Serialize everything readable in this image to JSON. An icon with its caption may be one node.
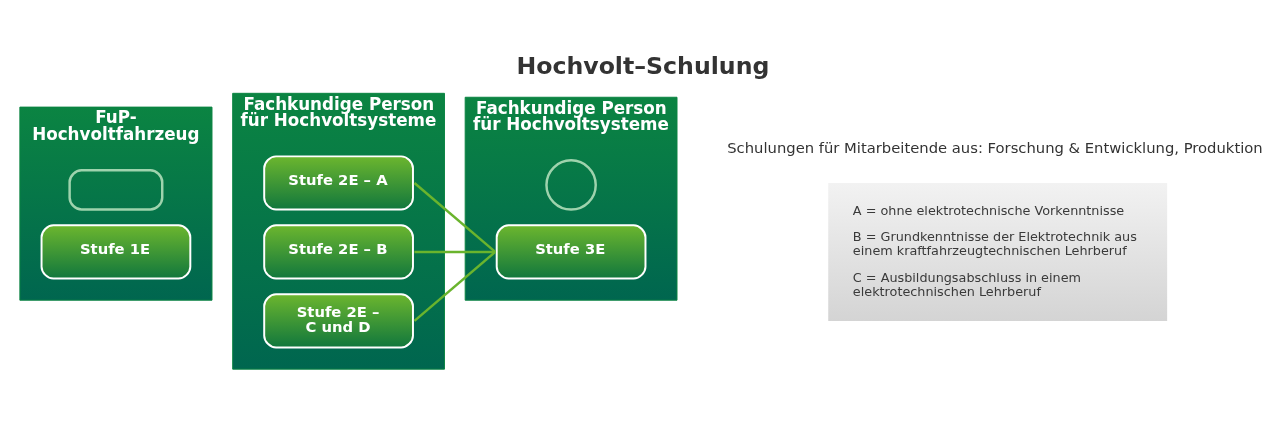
{
  "diagram": {
    "title": "Hochvolt–Schulung",
    "nodes": [
      {
        "text": [
          "FuP- Hochvoltfahrzeug"
        ]
      },
      {
        "text": [],
        "shape": "box",
        "in": 0
      },
      {
        "text": [
          "Stufe 1E"
        ],
        "in": 0
      },
      {
        "text": [
          "Fachkundige Person für Hochvoltsysteme"
        ]
      },
      {
        "text": [
          "Stufe 2E – A"
        ],
        "in": 3
      },
      {
        "text": [
          "Stufe 2E – B"
        ],
        "in": 3
      },
      {
        "text": [
          "Stufe 2E – C und D"
        ],
        "in": 3
      },
      {
        "text": [
          "Fachkundige Person für Hochvoltsysteme"
        ]
      },
      {
        "text": [],
        "shape": "circle",
        "in": 7
      },
      {
        "text": [
          "Stufe 3E"
        ],
        "in": 7
      },
      {
        "text": [
          "A = ohne elektrotechnische Vorkenntnisse",
          "B = Grundkenntnisse der Elektrotechnik aus einem kraftfahrzeugtechnischen Lehrberuf",
          "C = Ausbildungsabschluss in einem elektrotechnischen Lehrberuf"
        ]
      }
    ],
    "edges": [
      {
        "from": 4,
        "to": 9,
        "arrow": "none"
      },
      {
        "from": 5,
        "to": 9,
        "arrow": "none"
      },
      {
        "from": 6,
        "to": 9,
        "arrow": "none"
      }
    ],
    "labels": [
      "Schulungen für Mitarbeitende aus: Forschung & Entwicklung, Produktion"
    ]
  }
}
